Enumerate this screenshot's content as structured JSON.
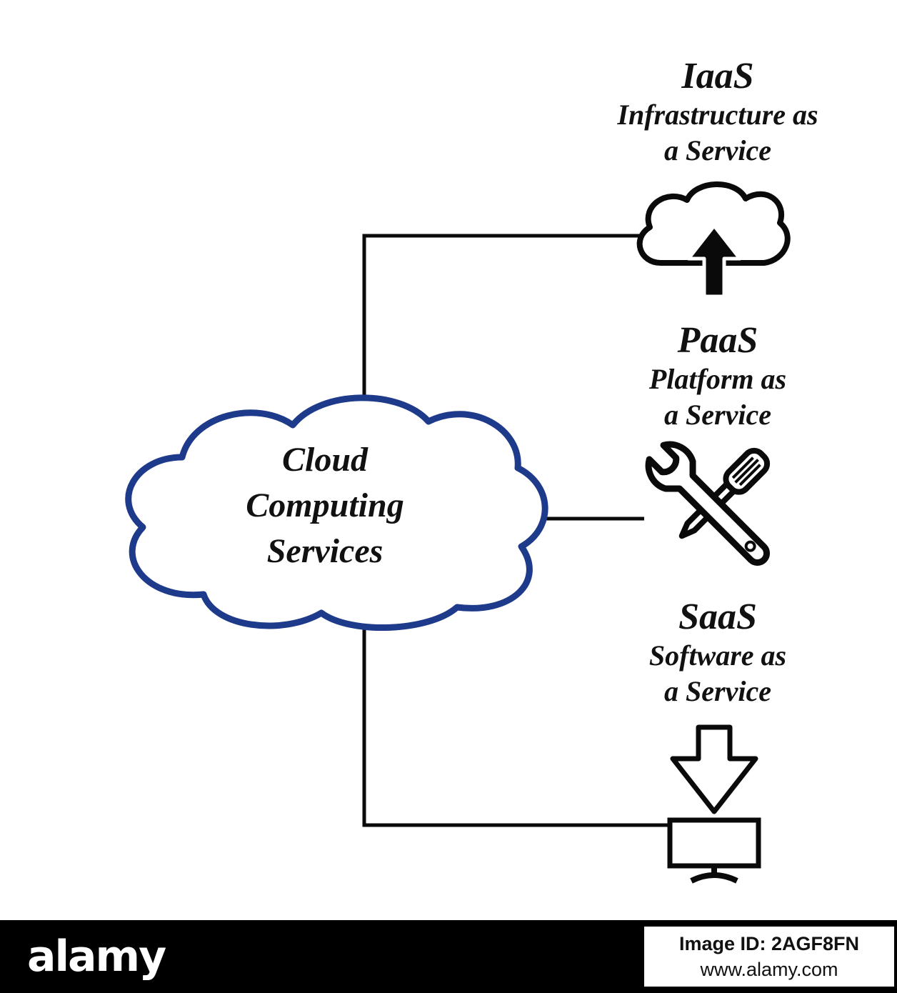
{
  "diagram": {
    "cloud": {
      "lines": {
        "0": "Cloud",
        "1": "Computing",
        "2": "Services"
      }
    },
    "nodes": {
      "0": {
        "abbr": "IaaS",
        "line1": "Infrastructure as",
        "line2": "a Service",
        "icon": "cloud-upload-icon"
      },
      "1": {
        "abbr": "PaaS",
        "line1": "Platform as",
        "line2": "a Service",
        "icon": "tools-icon"
      },
      "2": {
        "abbr": "SaaS",
        "line1": "Software as",
        "line2": "a Service",
        "icon": "download-to-computer-icon"
      }
    },
    "colors": {
      "cloud_stroke": "#1e3a8a",
      "line": "#0a0a0a"
    }
  },
  "watermark_bar": {
    "brand": "alamy",
    "image_id": "Image ID: 2AGF8FN",
    "url": "www.alamy.com"
  }
}
